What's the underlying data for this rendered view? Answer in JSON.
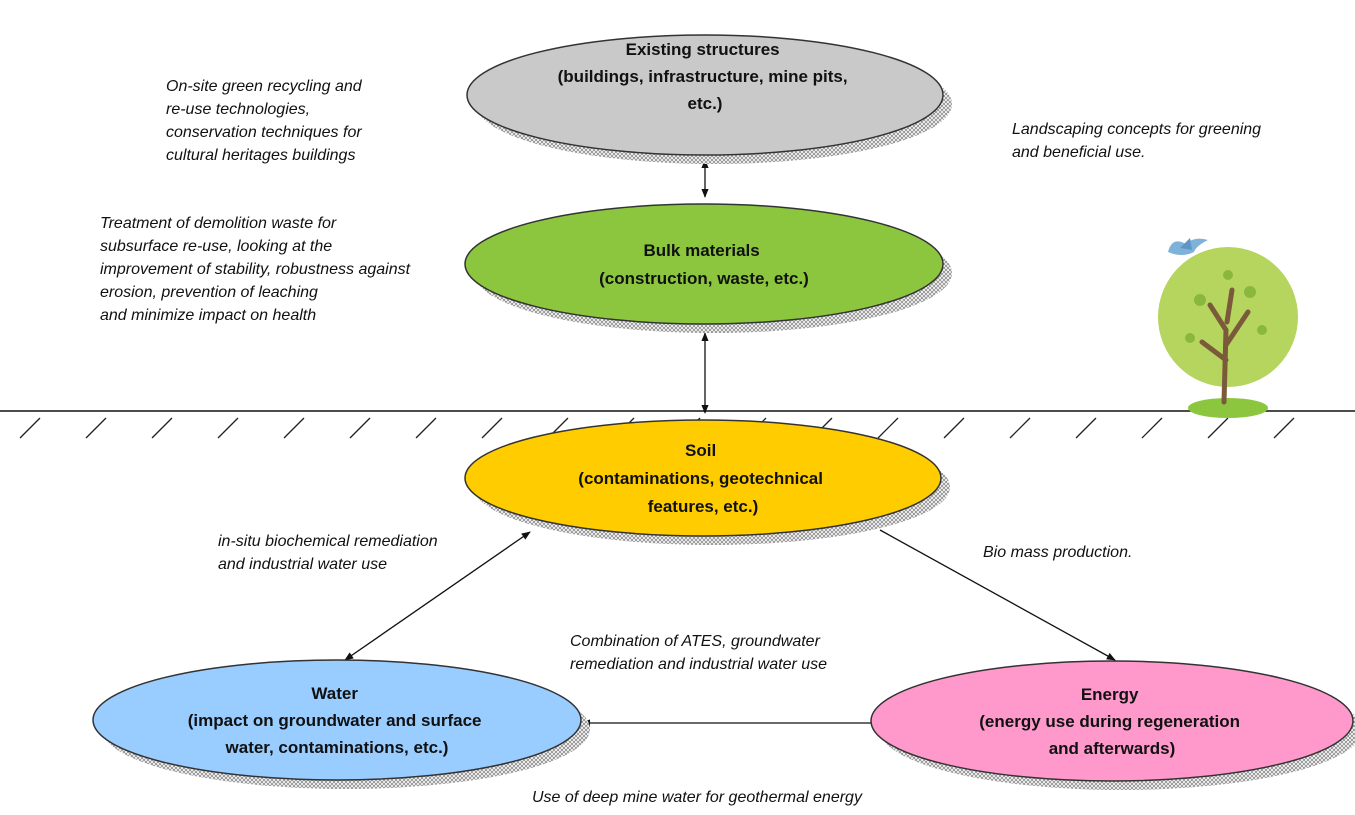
{
  "colors": {
    "existing": "#c9c9c9",
    "bulk": "#8cc63f",
    "soil": "#ffcc00",
    "water": "#99ccff",
    "energy": "#ff99cc",
    "outline": "#333333",
    "shadow_hatch": "#8f8f8f",
    "tree_foliage": "#b5d55e",
    "tree_trunk": "#7a5a3a",
    "bird": "#7fb2d8",
    "grass": "#8cc63f"
  },
  "nodes": {
    "existing": {
      "lines": [
        "Existing structures",
        "(buildings, infrastructure, mine pits,",
        "etc.)"
      ]
    },
    "bulk": {
      "lines": [
        "Bulk materials",
        "(construction, waste, etc.)"
      ]
    },
    "soil": {
      "lines": [
        "Soil",
        "(contaminations, geotechnical",
        "features, etc.)"
      ]
    },
    "water": {
      "lines": [
        "Water",
        "(impact on groundwater and surface",
        "water, contaminations, etc.)"
      ]
    },
    "energy": {
      "lines": [
        "Energy",
        "(energy use during regeneration",
        "and afterwards)"
      ]
    }
  },
  "annotations": {
    "recycling": "On-site green recycling and\nre-use technologies,\nconservation techniques for\ncultural heritages buildings",
    "landscaping": "Landscaping concepts for greening\nand beneficial use.",
    "demolition": "Treatment of demolition waste for\nsubsurface re-use,  looking at the\nimprovement of stability, robustness against\nerosion, prevention of leaching\nand minimize impact on health",
    "insitu": "in-situ biochemical remediation\nand industrial water use",
    "biomass": "Bio mass production.",
    "ates": "Combination of ATES, groundwater\nremediation and industrial water use",
    "deep_mine": "Use of deep mine water for geothermal energy"
  },
  "decorations": {
    "tree": "tree-icon",
    "bird": "bird-icon"
  }
}
